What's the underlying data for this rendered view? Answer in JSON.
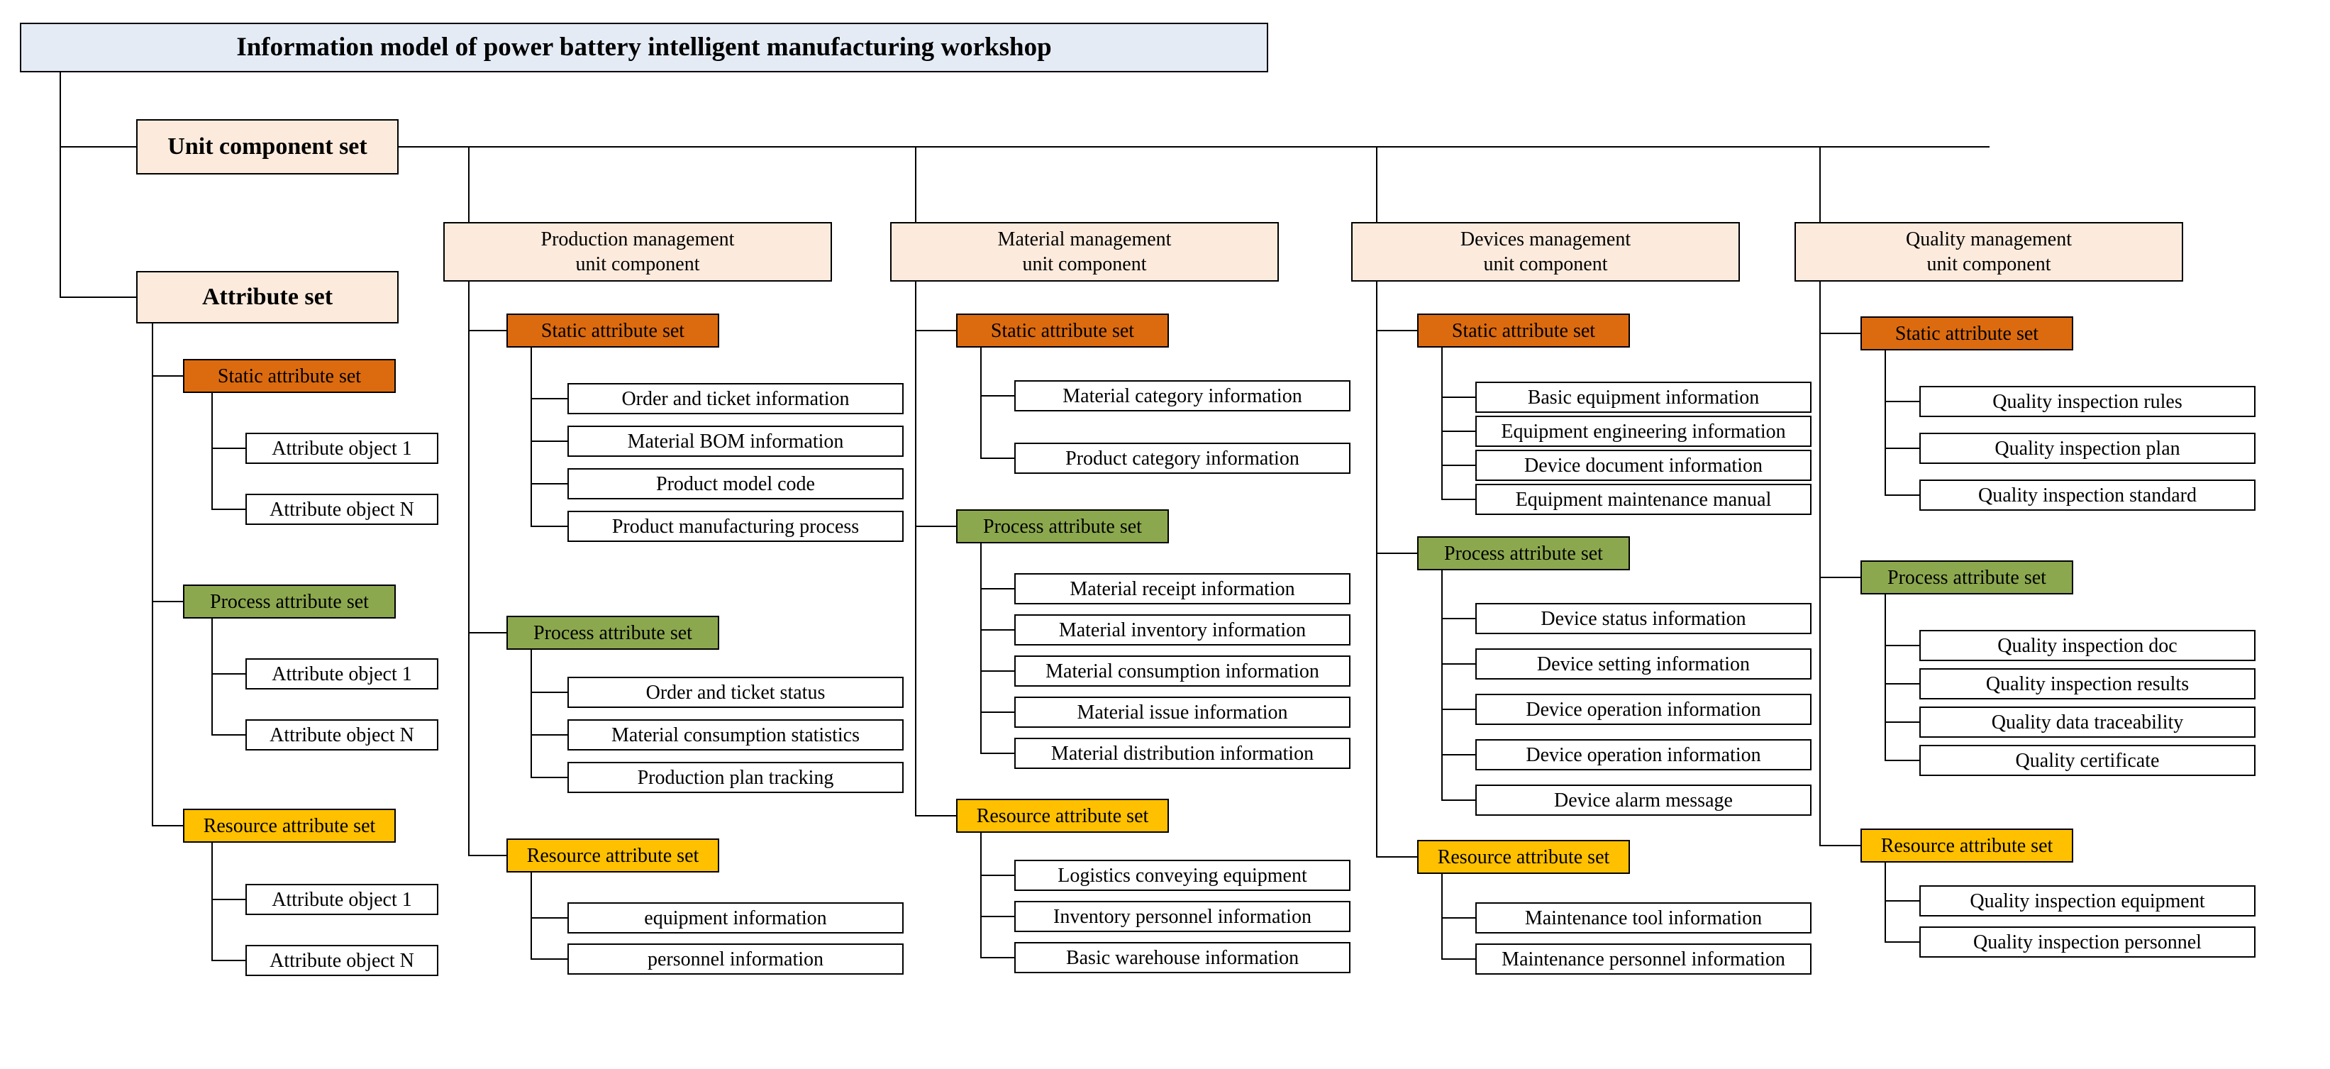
{
  "colors": {
    "root_fill": "#E4EBF5",
    "level1_fill": "#FCEBDD",
    "unit_fill": "#FCEBDD",
    "static_fill": "#DC6B10",
    "process_fill": "#8CA84E",
    "resource_fill": "#FFC000",
    "leaf_fill": "#FFFFFF",
    "stroke": "#000000"
  },
  "root": {
    "title": "Information model of power battery intelligent manufacturing workshop"
  },
  "level1": {
    "unit_component_set": "Unit component set",
    "attribute_set": "Attribute set"
  },
  "attribute_set_groups": [
    {
      "title": "Static attribute set",
      "kind": "static",
      "items": [
        "Attribute object 1",
        "Attribute object N"
      ]
    },
    {
      "title": "Process attribute set",
      "kind": "process",
      "items": [
        "Attribute object 1",
        "Attribute object N"
      ]
    },
    {
      "title": "Resource attribute set",
      "kind": "resource",
      "items": [
        "Attribute object 1",
        "Attribute object N"
      ]
    }
  ],
  "unit_components": [
    {
      "name": "Production management\nunit component",
      "groups": [
        {
          "title": "Static attribute set",
          "kind": "static",
          "items": [
            "Order and ticket information",
            "Material BOM information",
            "Product model code",
            "Product manufacturing process"
          ]
        },
        {
          "title": "Process attribute set",
          "kind": "process",
          "items": [
            "Order and ticket status",
            "Material consumption statistics",
            "Production plan tracking"
          ]
        },
        {
          "title": "Resource attribute set",
          "kind": "resource",
          "items": [
            "equipment information",
            "personnel information"
          ]
        }
      ]
    },
    {
      "name": "Material management\nunit component",
      "groups": [
        {
          "title": "Static attribute set",
          "kind": "static",
          "items": [
            "Material category information",
            "Product category information"
          ]
        },
        {
          "title": "Process attribute set",
          "kind": "process",
          "items": [
            "Material receipt information",
            "Material inventory information",
            "Material consumption information",
            "Material issue information",
            "Material distribution information"
          ]
        },
        {
          "title": "Resource attribute set",
          "kind": "resource",
          "items": [
            "Logistics conveying equipment",
            "Inventory personnel information",
            "Basic warehouse information"
          ]
        }
      ]
    },
    {
      "name": "Devices management\nunit component",
      "groups": [
        {
          "title": "Static attribute set",
          "kind": "static",
          "items": [
            "Basic equipment information",
            "Equipment engineering information",
            "Device document information",
            "Equipment maintenance manual"
          ]
        },
        {
          "title": "Process attribute set",
          "kind": "process",
          "items": [
            "Device status information",
            "Device setting information",
            "Device operation information",
            "Device operation information",
            "Device alarm message"
          ]
        },
        {
          "title": "Resource attribute set",
          "kind": "resource",
          "items": [
            "Maintenance tool information",
            "Maintenance personnel information"
          ]
        }
      ]
    },
    {
      "name": "Quality management\nunit component",
      "groups": [
        {
          "title": "Static attribute set",
          "kind": "static",
          "items": [
            "Quality inspection rules",
            "Quality inspection plan",
            "Quality inspection standard"
          ]
        },
        {
          "title": "Process attribute set",
          "kind": "process",
          "items": [
            "Quality inspection doc",
            "Quality inspection results",
            "Quality data traceability",
            "Quality certificate"
          ]
        },
        {
          "title": "Resource attribute set",
          "kind": "resource",
          "items": [
            "Quality inspection equipment",
            "Quality inspection personnel"
          ]
        }
      ]
    }
  ]
}
